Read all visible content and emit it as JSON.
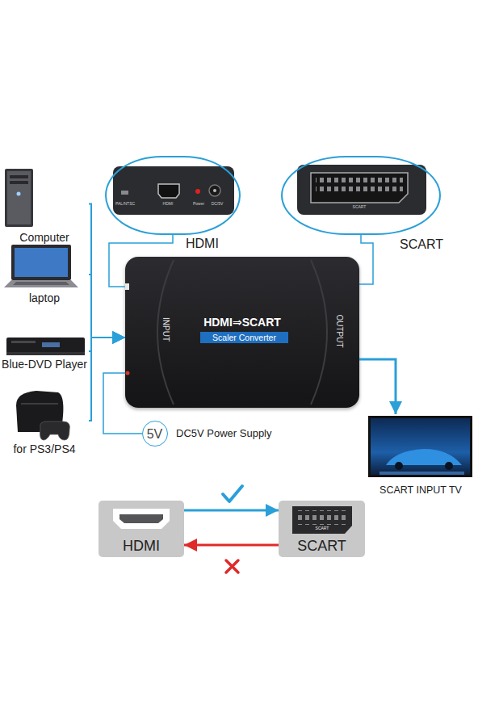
{
  "diagram": {
    "nodes": [
      {
        "text": [
          "Computer"
        ]
      },
      {
        "text": [
          "laptop"
        ]
      },
      {
        "text": [
          "Blue-DVD Player"
        ]
      },
      {
        "text": [
          "for PS3/PS4"
        ]
      },
      {
        "text": [
          "PAL/NTSC",
          "HDMI",
          "Power",
          "DC/5V",
          "HDMI"
        ]
      },
      {
        "text": [
          "SCART",
          "SCART"
        ]
      },
      {
        "text": [
          "HDMI⇒SCART",
          "Scaler Converter",
          "INPUT",
          "OUTPUT"
        ]
      },
      {
        "text": [
          "5V",
          "DC5V Power Supply"
        ]
      },
      {
        "text": [
          "SCART INPUT TV"
        ]
      },
      {
        "text": [
          "HDMI"
        ]
      },
      {
        "text": [
          "SCART",
          "SCART"
        ]
      }
    ],
    "edges": [
      {
        "from": 0,
        "to": 6,
        "arrow": "to"
      },
      {
        "from": 1,
        "to": 6,
        "arrow": "to"
      },
      {
        "from": 2,
        "to": 6,
        "arrow": "to"
      },
      {
        "from": 3,
        "to": 6,
        "arrow": "to"
      },
      {
        "from": 4,
        "to": 6,
        "arrow": "none"
      },
      {
        "from": 5,
        "to": 6,
        "arrow": "none"
      },
      {
        "from": 6,
        "to": 8,
        "arrow": "to"
      },
      {
        "from": 6,
        "to": 7,
        "arrow": "none"
      },
      {
        "from": 9,
        "to": 10,
        "arrow": "to"
      },
      {
        "from": 10,
        "to": 9,
        "arrow": "to"
      }
    ]
  }
}
